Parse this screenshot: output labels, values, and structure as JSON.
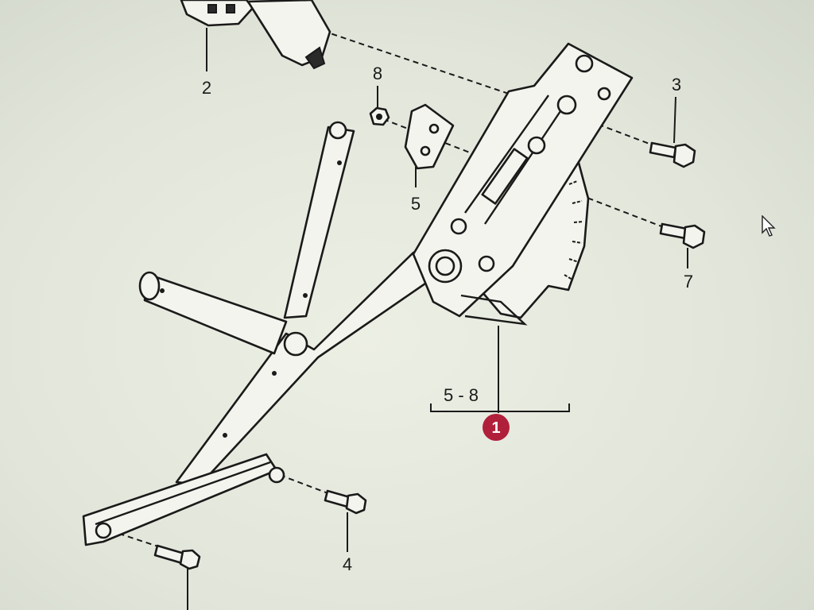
{
  "callouts": {
    "c1": "1",
    "c2": "2",
    "c3": "3",
    "c4": "4",
    "c5": "5",
    "c7": "7",
    "c8": "8",
    "range": "5 - 8"
  },
  "colors": {
    "badge": "#b0203a",
    "line": "#1a1a1a",
    "background": "#e2e6da"
  }
}
